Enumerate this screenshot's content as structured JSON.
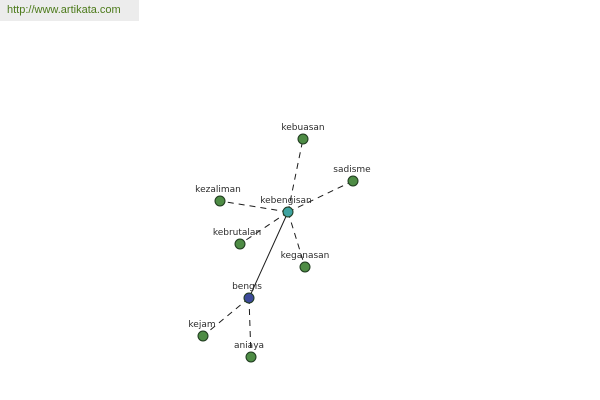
{
  "header": {
    "url": "http://www.artikata.com"
  },
  "graph": {
    "colors": {
      "root": "#3d4a9a",
      "hub": "#3fa3a0",
      "leaf": "#4e8c45",
      "outline": "#1f3a1f",
      "edge": "#1a1a1a"
    },
    "nodes": [
      {
        "id": "bengis",
        "label": "bengis",
        "kind": "root"
      },
      {
        "id": "kebengisan",
        "label": "kebengisan",
        "kind": "hub"
      },
      {
        "id": "kebuasan",
        "label": "kebuasan",
        "kind": "leaf"
      },
      {
        "id": "sadisme",
        "label": "sadisme",
        "kind": "leaf"
      },
      {
        "id": "kezaliman",
        "label": "kezaliman",
        "kind": "leaf"
      },
      {
        "id": "kebrutalan",
        "label": "kebrutalan",
        "kind": "leaf"
      },
      {
        "id": "keganasan",
        "label": "keganasan",
        "kind": "leaf"
      },
      {
        "id": "kejam",
        "label": "kejam",
        "kind": "leaf"
      },
      {
        "id": "aniaya",
        "label": "aniaya",
        "kind": "leaf"
      }
    ],
    "edges": [
      {
        "from": "bengis",
        "to": "kebengisan",
        "style": "solid"
      },
      {
        "from": "bengis",
        "to": "kejam",
        "style": "dashed"
      },
      {
        "from": "bengis",
        "to": "aniaya",
        "style": "dashed"
      },
      {
        "from": "kebengisan",
        "to": "kebuasan",
        "style": "dashed"
      },
      {
        "from": "kebengisan",
        "to": "sadisme",
        "style": "dashed"
      },
      {
        "from": "kebengisan",
        "to": "kezaliman",
        "style": "dashed"
      },
      {
        "from": "kebengisan",
        "to": "kebrutalan",
        "style": "dashed"
      },
      {
        "from": "kebengisan",
        "to": "keganasan",
        "style": "dashed"
      }
    ]
  }
}
